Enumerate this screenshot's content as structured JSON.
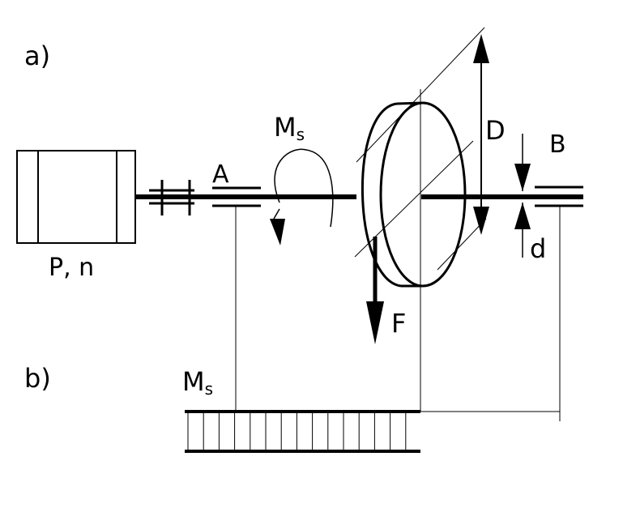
{
  "labels": {
    "part_a": "a)",
    "part_b": "b)",
    "motor": "P, n",
    "bearing_a": "A",
    "bearing_b": "B",
    "torque_main": "M",
    "torque_sub": "s",
    "diagram_torque_main": "M",
    "diagram_torque_sub": "s",
    "diameter_big": "D",
    "diameter_small": "d",
    "force": "F"
  }
}
